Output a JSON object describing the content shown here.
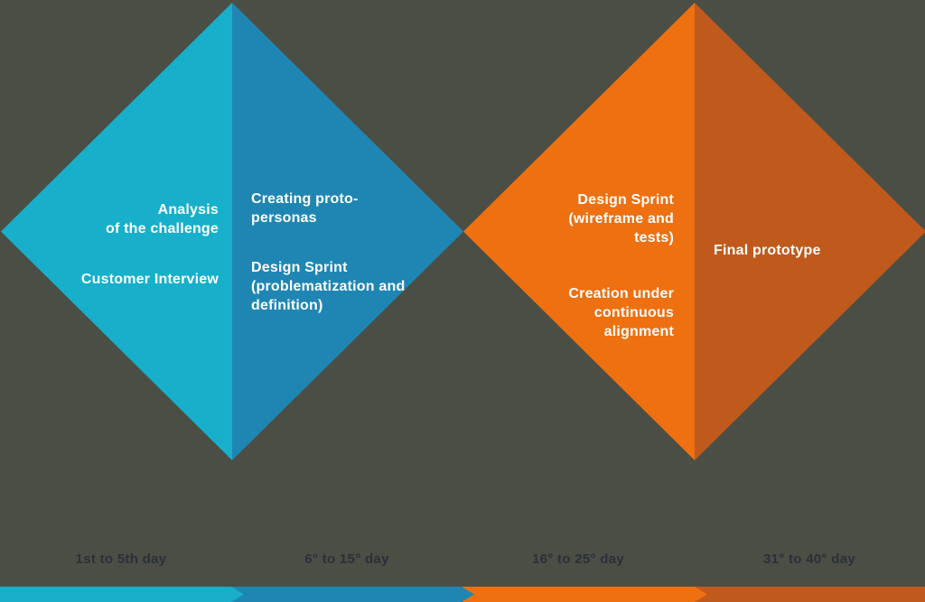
{
  "colors": {
    "background": "#4B4E44",
    "cyan": "#17AFCA",
    "blue": "#1F86B3",
    "orange": "#EE7010",
    "rust": "#C05A1C",
    "diamondText": "#FFFFFF",
    "timelineText": "#2A3039"
  },
  "diamond1": {
    "left": {
      "p1": "Analysis\nof the challenge",
      "p2": "Customer Interview"
    },
    "right": {
      "p1": "Creating proto-\npersonas",
      "p2": "Design Sprint\n(problematization and\ndefinition)"
    }
  },
  "diamond2": {
    "left": {
      "p1": "Design Sprint\n(wireframe and\ntests)",
      "p2": "Creation under\ncontinuous\nalignment"
    },
    "right": {
      "p1": "Final prototype"
    }
  },
  "timeline": {
    "labels": [
      "1st to 5th day",
      "6° to 15° day",
      "16° to 25° day",
      "31° to 40° day"
    ]
  }
}
